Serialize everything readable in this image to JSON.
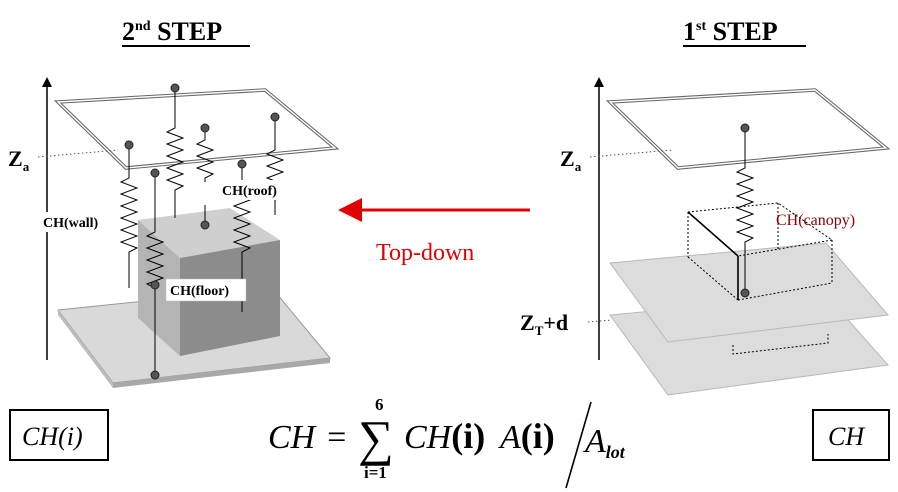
{
  "second_step": {
    "heading": "2",
    "heading_sup": "nd",
    "heading_rest": " STEP",
    "z_label": "Z",
    "z_sub": "a",
    "label_wall": "CH(wall)",
    "label_roof": "CH(roof)",
    "label_floor": "CH(floor)",
    "box_label": "CH(i)"
  },
  "first_step": {
    "heading": "1",
    "heading_sup": "st",
    "heading_rest": " STEP",
    "z_label": "Z",
    "z_sub": "a",
    "zt_label": "Z",
    "zt_sub": "T",
    "zt_rest": "+d",
    "label_canopy": "CH(canopy)",
    "box_label": "CH"
  },
  "arrow": {
    "label": "Top-down",
    "color": "#e00000"
  },
  "equation": {
    "lhs": "CH",
    "equals": "=",
    "sigma": "∑",
    "upper": "6",
    "lower": "i=1",
    "term1": "CH",
    "term1_arg": "(i)",
    "term2": "A",
    "term2_arg": "(i)",
    "denominator": "A",
    "denominator_sub": "lot"
  }
}
